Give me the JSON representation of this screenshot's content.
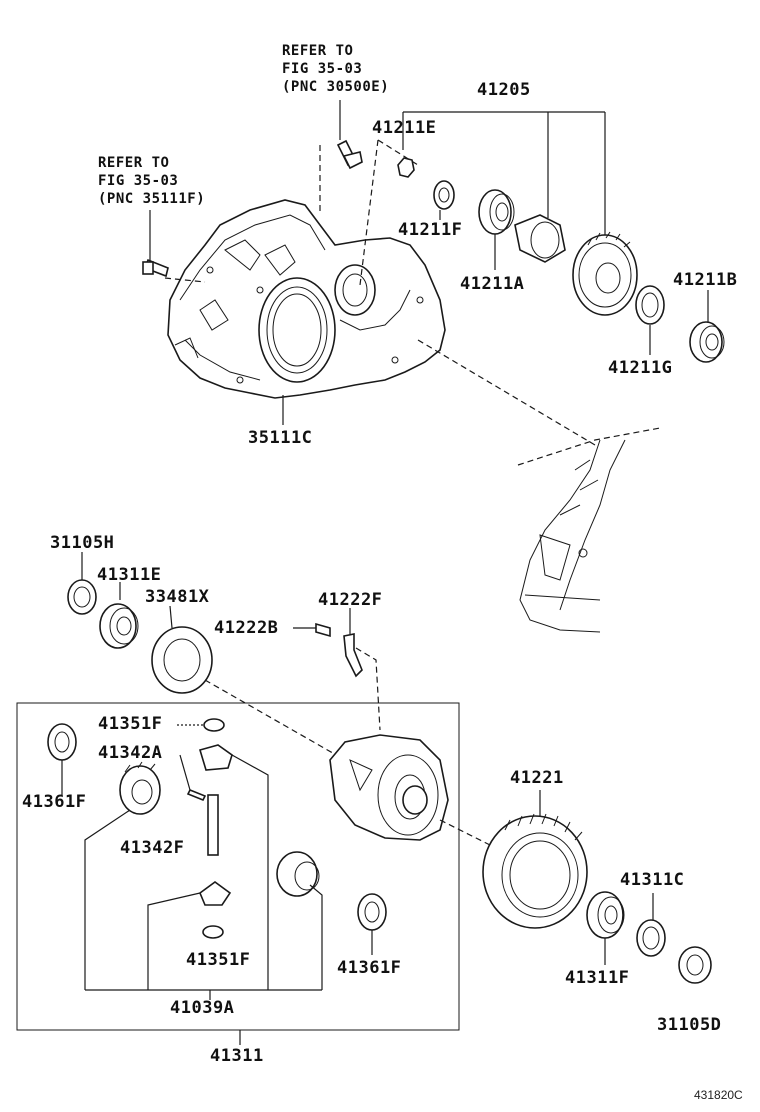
{
  "references": {
    "ref_top": [
      "REFER TO",
      "FIG 35-03",
      "(PNC 30500E)"
    ],
    "ref_left": [
      "REFER TO",
      "FIG 35-03",
      "(PNC 35111F)"
    ]
  },
  "labels": {
    "p41205": "41205",
    "p41211E": "41211E",
    "p41211F": "41211F",
    "p41211A": "41211A",
    "p41211B": "41211B",
    "p41211G": "41211G",
    "p35111C": "35111C",
    "p31105H": "31105H",
    "p41311E": "41311E",
    "p33481X": "33481X",
    "p41222B": "41222B",
    "p41222F": "41222F",
    "p41351F_a": "41351F",
    "p41342A": "41342A",
    "p41361F_a": "41361F",
    "p41342F": "41342F",
    "p41351F_b": "41351F",
    "p41361F_b": "41361F",
    "p41039A": "41039A",
    "p41311": "41311",
    "p41221": "41221",
    "p41311C": "41311C",
    "p41311F": "41311F",
    "p31105D": "31105D"
  },
  "figure_code": "431820C"
}
